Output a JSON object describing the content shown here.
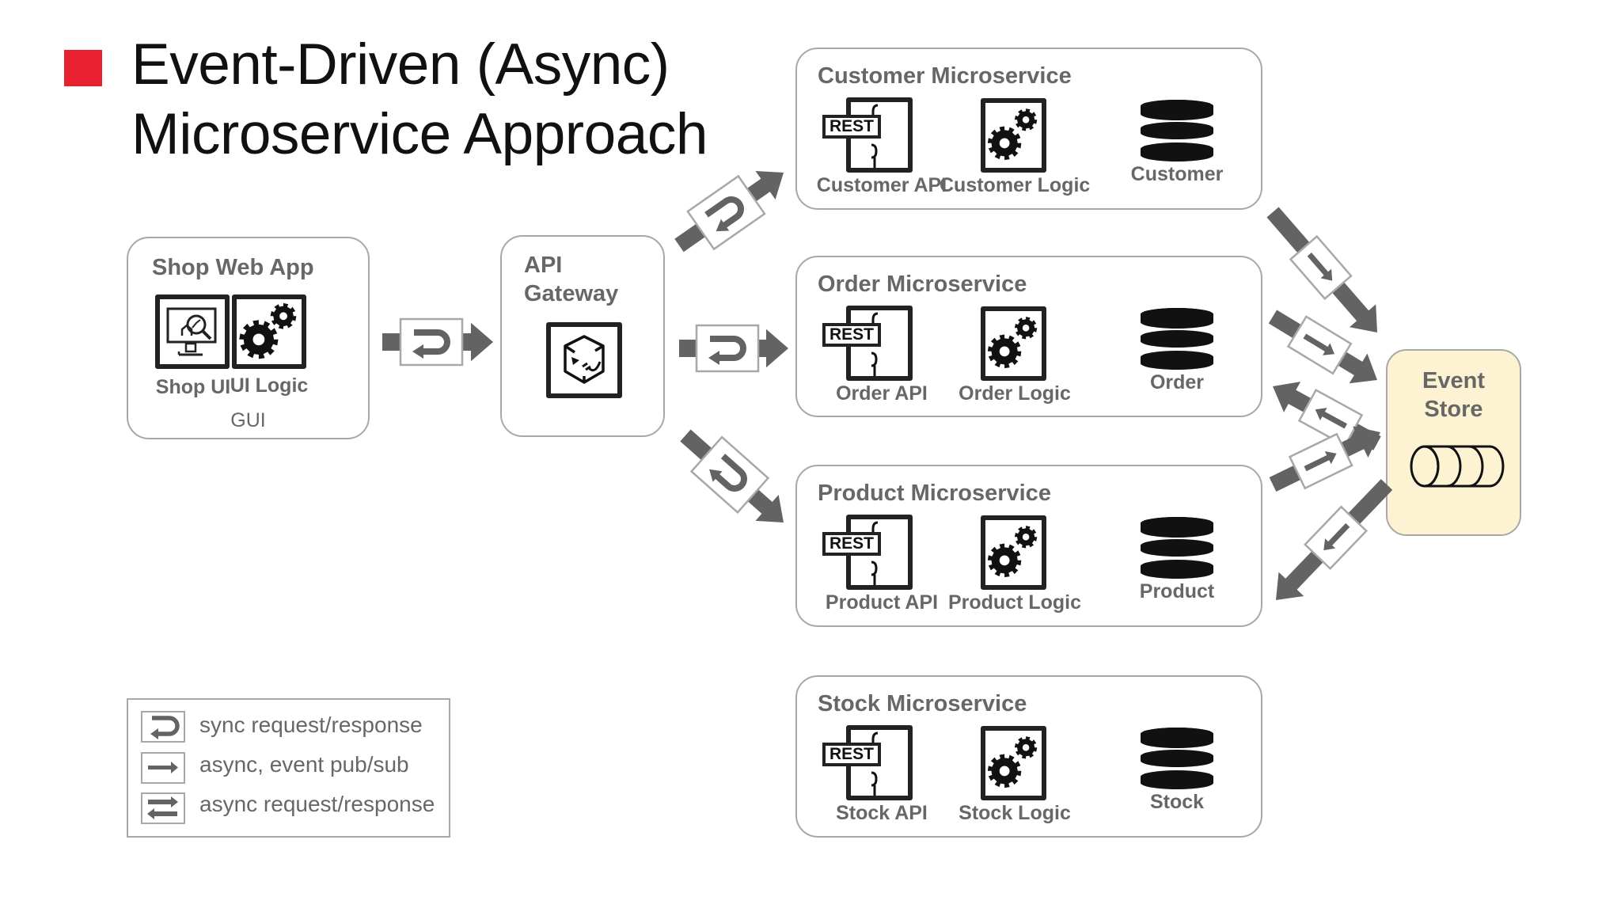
{
  "slide": {
    "title_line1": "Event-Driven (Async)",
    "title_line2": "Microservice Approach",
    "accent_color": "#e8202f"
  },
  "shop_web_app": {
    "title": "Shop Web App",
    "components": [
      {
        "label": "Shop UI",
        "icon": "monitor-analytics-icon"
      },
      {
        "label": "UI Logic",
        "icon": "gears-icon"
      }
    ],
    "footer": "GUI"
  },
  "api_gateway": {
    "title_line1": "API",
    "title_line2": "Gateway",
    "icon": "cube-plug-icon"
  },
  "microservices": [
    {
      "title": "Customer Microservice",
      "api": "Customer API",
      "logic": "Customer Logic",
      "db": "Customer",
      "rest": "REST"
    },
    {
      "title": "Order Microservice",
      "api": "Order API",
      "logic": "Order Logic",
      "db": "Order",
      "rest": "REST"
    },
    {
      "title": "Product Microservice",
      "api": "Product API",
      "logic": "Product Logic",
      "db": "Product",
      "rest": "REST"
    },
    {
      "title": "Stock Microservice",
      "api": "Stock API",
      "logic": "Stock Logic",
      "db": "Stock",
      "rest": "REST"
    }
  ],
  "event_store": {
    "title_line1": "Event",
    "title_line2": "Store",
    "icon": "queue-cylinders-icon",
    "bg_color": "#fdf2d2"
  },
  "connections": [
    {
      "from": "Shop Web App",
      "to": "API Gateway",
      "type": "sync request/response"
    },
    {
      "from": "API Gateway",
      "to": "Customer Microservice",
      "type": "sync request/response"
    },
    {
      "from": "API Gateway",
      "to": "Order Microservice",
      "type": "sync request/response"
    },
    {
      "from": "API Gateway",
      "to": "Product Microservice",
      "type": "sync request/response"
    },
    {
      "from": "Customer Microservice",
      "to": "Event Store",
      "type": "async, event pub/sub"
    },
    {
      "from": "Order Microservice",
      "to": "Event Store",
      "type": "async, event pub/sub"
    },
    {
      "from": "Event Store",
      "to": "Order Microservice",
      "type": "async, event pub/sub"
    },
    {
      "from": "Product Microservice",
      "to": "Event Store",
      "type": "async, event pub/sub"
    },
    {
      "from": "Event Store",
      "to": "Stock Microservice",
      "type": "async, event pub/sub"
    }
  ],
  "legend": {
    "items": [
      {
        "label": "sync request/response",
        "icon": "u-turn-arrow-icon"
      },
      {
        "label": "async, event pub/sub",
        "icon": "right-arrow-icon"
      },
      {
        "label": "async request/response",
        "icon": "bidirectional-arrows-icon"
      }
    ]
  },
  "colors": {
    "arrow": "#636363",
    "box_border": "#a8a8a8",
    "label_text": "#676767"
  }
}
